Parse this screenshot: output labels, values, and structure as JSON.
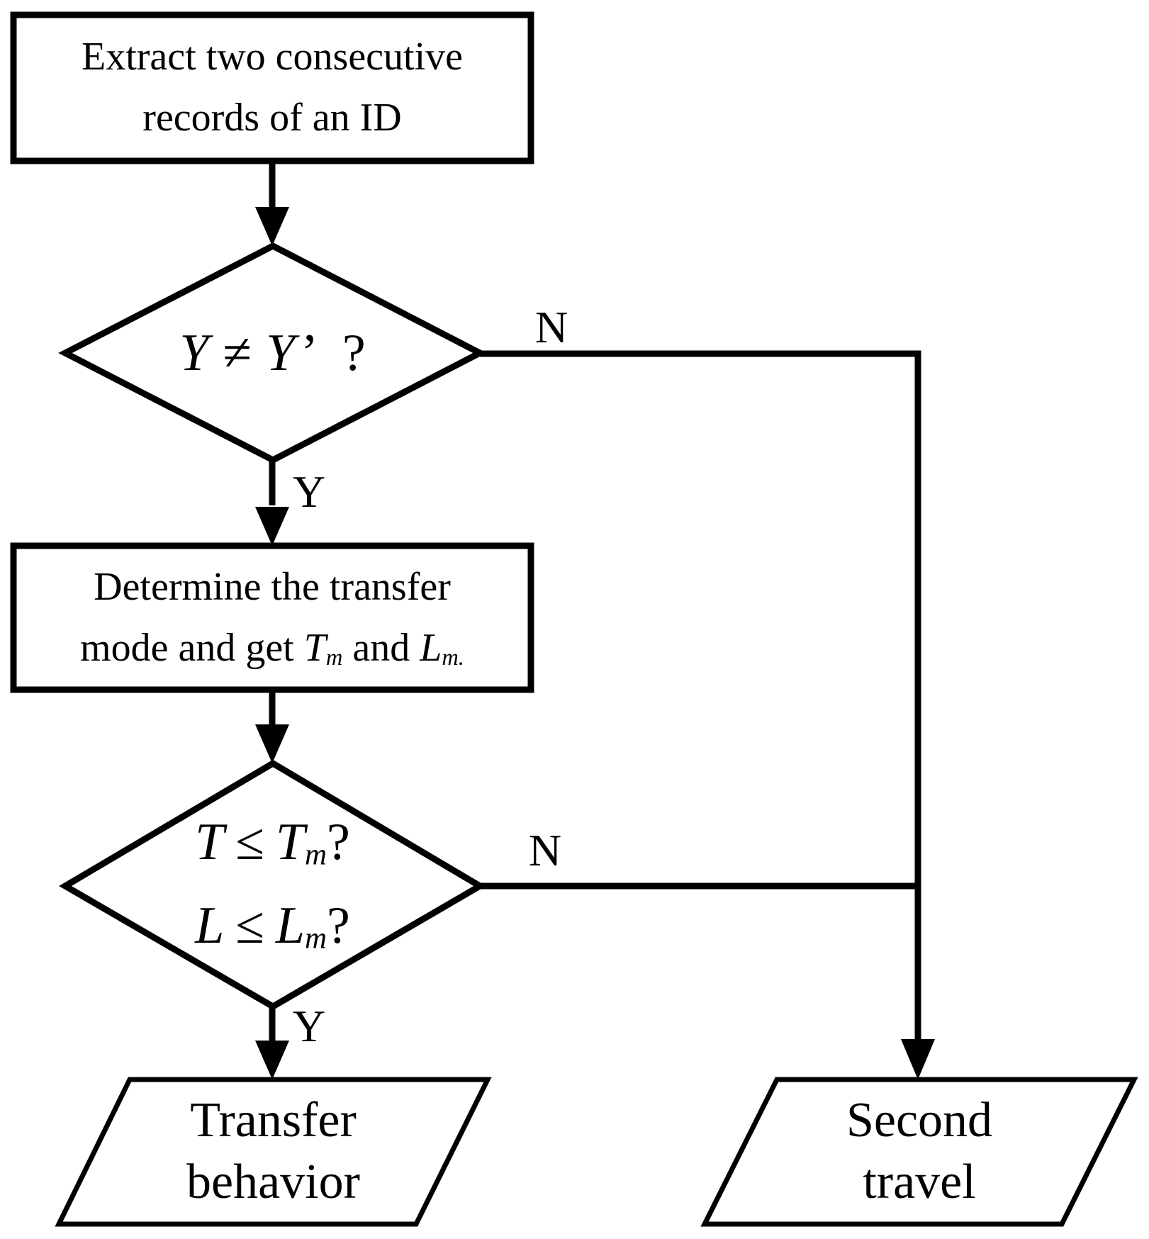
{
  "colors": {
    "ink": "#000000",
    "background": "#ffffff"
  },
  "flowchart": {
    "start": {
      "line1": "Extract two consecutive",
      "line2": "records of an ID"
    },
    "decision1": {
      "lhs": "Y",
      "op": "≠",
      "rhs": "Y",
      "prime": "’",
      "question": "?"
    },
    "process2": {
      "line1": "Determine the transfer",
      "line2_pre": "mode and get ",
      "line2_T": "T",
      "line2_T_sub": "m",
      "line2_and": " and ",
      "line2_L": "L",
      "line2_L_sub": "m."
    },
    "decision2": {
      "row1_lhs": "T",
      "row1_op": "≤",
      "row1_rhs": "T",
      "row1_sub": "m",
      "row1_q": "?",
      "row2_lhs": "L",
      "row2_op": "≤",
      "row2_rhs": "L",
      "row2_sub": "m",
      "row2_q": "?"
    },
    "output_yes": {
      "line1": "Transfer",
      "line2": "behavior"
    },
    "output_no": {
      "line1": "Second",
      "line2": "travel"
    },
    "labels": {
      "d1_no": "N",
      "d1_yes": "Y",
      "d2_no": "N",
      "d2_yes": "Y"
    }
  }
}
